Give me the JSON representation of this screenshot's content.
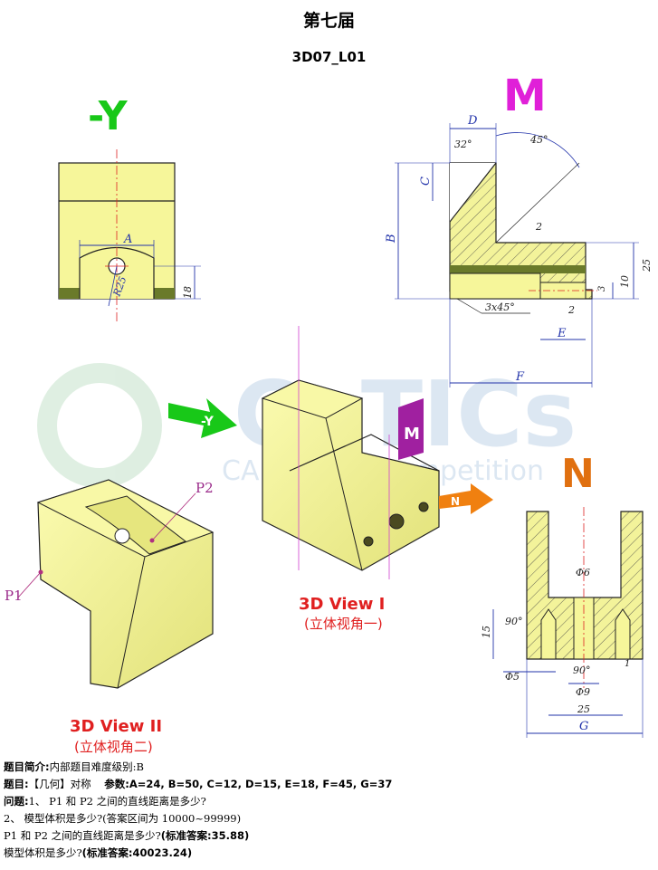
{
  "page": {
    "title": "第七届",
    "subtitle": "3D07_L01"
  },
  "views": {
    "neg_y": "-Y",
    "m": "M",
    "n": "N",
    "view1_en": "3D View I",
    "view1_cn": "(立体视角一)",
    "view2_en": "3D View II",
    "view2_cn": "(立体视角二)",
    "arrow_neg_y": "-Y",
    "arrow_m": "M",
    "arrow_n": "N"
  },
  "watermark": {
    "brand": "CaTICs",
    "tagline": "CAD digital competition"
  },
  "dims": {
    "A": "A",
    "B": "B",
    "C": "C",
    "D": "D",
    "E": "E",
    "F": "F",
    "G": "G",
    "r25": "R25",
    "d18": "18",
    "a32": "32°",
    "a45": "45°",
    "d2": "2",
    "d3": "3",
    "d10": "10",
    "d25": "25",
    "c3x45": "3x45°",
    "d2b": "2",
    "phi6": "Φ6",
    "a90": "90°",
    "a90b": "90°",
    "phi9": "Φ9",
    "phi5": "Φ5",
    "d15": "15",
    "d25b": "25",
    "d1": "1"
  },
  "points": {
    "p1": "P1",
    "p2": "P2"
  },
  "text": {
    "intro_label": "题目简介:",
    "intro_value": "内部题目难度级别:B",
    "q_label": "题目:",
    "q_value": "【几何】对称",
    "params_label": "参数:",
    "params_value": "A=24, B=50, C=12, D=15, E=18, F=45, G=37",
    "problems_label": "问题:",
    "problem1": "1、 P1 和 P2 之间的直线距离是多少?",
    "problem2": "2、 模型体积是多少?(答案区间为 10000~99999)",
    "answer1_q": "P1 和 P2 之间的直线距离是多少?",
    "answer1_label": "(标准答案:35.88)",
    "answer2_q": "模型体积是多少?",
    "answer2_label": "(标准答案:40023.24)"
  }
}
